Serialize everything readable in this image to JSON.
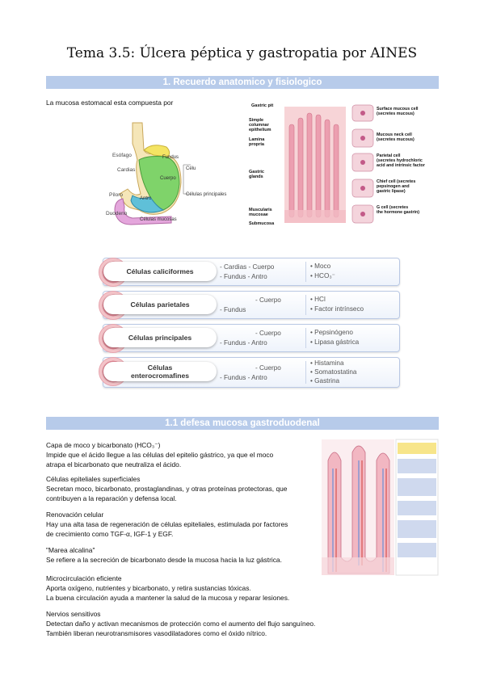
{
  "title": "Tema 3.5: Úlcera péptica y gastropatia por AINES",
  "section1": {
    "heading": "1. Recuerdo anatomico y fisiologico",
    "intro": "La mucosa estomacal esta compuesta por"
  },
  "stomach_figure": {
    "labels": {
      "esofago": "Esófago",
      "fundus": "Fundus",
      "cardias": "Cardias",
      "cuerpo": "Cuerpo",
      "piloro": "Píloro",
      "antro": "Antro",
      "duodeno": "Duodeno",
      "celulas_mucosas": "Células mucosas",
      "celulas_principales": "Células principales",
      "celu": "Célu"
    }
  },
  "gland_figure": {
    "labels": {
      "gastric_pit": "Gastric pit",
      "simple_columnar": "Simple\ncolumnar\nepithelium",
      "lamina_propria": "Lamina\npropria",
      "gastric_glands": "Gastric\nglands",
      "muscularis": "Muscularis\nmucosae",
      "submucosa": "Submucosa",
      "surface": "Surface mucous cell\n(secretes mucous)",
      "neck": "Mucous neck cell\n(secretes mucous)",
      "parietal": "Parietal cell\n(secretes hydrochloric\nacid and intrinsic factor",
      "chief": "Chief cell (secretes\npepsinogen and\ngastric lipase)",
      "gcell": "G cell (secretes\nthe hormone gastrin)"
    }
  },
  "cells_table": [
    {
      "name": "Células caliciformes",
      "loc1": "- Cardias  -  Cuerpo",
      "loc2": "- Fundus  -  Antro",
      "sec": [
        "• Moco",
        "• HCO₃⁻"
      ]
    },
    {
      "name": "Células parietales",
      "loc1": "-  Cuerpo",
      "loc2": "- Fundus",
      "sec": [
        "• HCl",
        "• Factor intrínseco"
      ]
    },
    {
      "name": "Células principales",
      "loc1": "-  Cuerpo",
      "loc2": "- Fundus  -  Antro",
      "sec": [
        "• Pepsinógeno",
        "• Lipasa gástrica"
      ]
    },
    {
      "name": "Células\nenterocromafines",
      "loc1": "-  Cuerpo",
      "loc2": "- Fundus  -  Antro",
      "sec": [
        "• Histamina",
        "• Somatostatina",
        "• Gastrina"
      ]
    }
  ],
  "section2": {
    "heading": "1.1 defesa mucosa gastroduodenal",
    "items": [
      {
        "title": "Capa de moco y bicarbonato (HCO₃⁻)",
        "lines": [
          "Impide que el ácido llegue a las células del epitelio gástrico, ya que el moco",
          "atrapa el bicarbonato que neutraliza el ácido."
        ]
      },
      {
        "title": "Células epiteliales superficiales",
        "lines": [
          "Secretan moco, bicarbonato, prostaglandinas, y otras proteínas protectoras, que",
          "contribuyen a la reparación y defensa local."
        ]
      },
      {
        "title": "Renovación celular",
        "lines": [
          "Hay una alta tasa de regeneración de células epiteliales, estimulada por factores",
          "de crecimiento como TGF-α, IGF-1 y EGF."
        ]
      },
      {
        "title": "\"Marea alcalina\"",
        "lines": [
          "Se refiere a la secreción de bicarbonato desde la mucosa hacia la luz gástrica."
        ]
      },
      {
        "title": "Microcirculación eficiente",
        "lines": [
          "Aporta oxígeno, nutrientes y bicarbonato, y retira sustancias tóxicas.",
          "La buena circulación ayuda a mantener la salud de la mucosa y reparar lesiones."
        ]
      },
      {
        "title": "Nervios sensitivos",
        "lines": [
          "Detectan daño y activan mecanismos de protección como el aumento del flujo sanguíneo.",
          "También liberan neurotransmisores vasodilatadores como el óxido nítrico."
        ]
      }
    ]
  }
}
